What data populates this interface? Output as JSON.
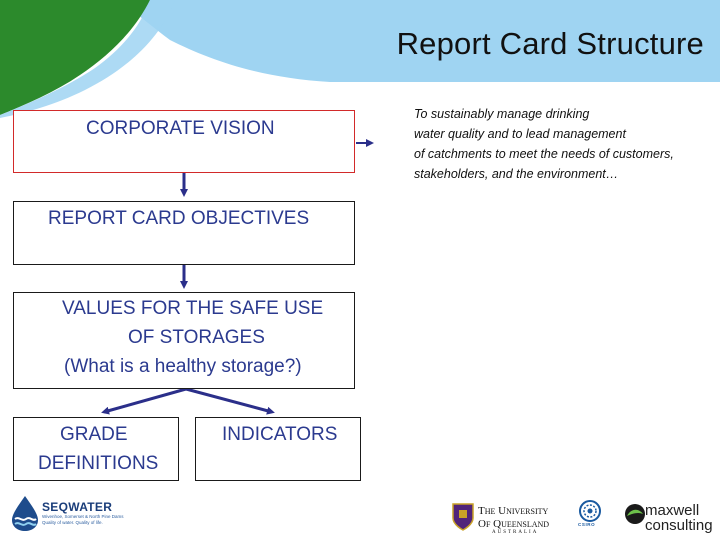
{
  "slide": {
    "title": "Report Card Structure"
  },
  "boxes": {
    "corporate_vision": "CORPORATE VISION",
    "objectives": "REPORT CARD OBJECTIVES",
    "values_line1": "VALUES FOR THE SAFE USE",
    "values_line2": "OF STORAGES",
    "values_line3": "(What is a healthy storage?)",
    "grade_line1": "GRADE",
    "grade_line2": "DEFINITIONS",
    "indicators": "INDICATORS"
  },
  "vision_statement": {
    "lines": [
      "To sustainably manage drinking",
      "water quality and to lead management",
      "of catchments to meet the needs of customers,",
      "stakeholders, and the environment…"
    ]
  },
  "logos": {
    "seqwater": {
      "name": "SEQWATER",
      "subtitle": "Wivenhoe, Somerset & North Pine Dams",
      "tagline": "Quality of water. Quality of life."
    },
    "uq": {
      "line1": "The University",
      "line2": "Of Queensland",
      "country": "AUSTRALIA"
    },
    "csiro": {
      "name": "CSIRO"
    },
    "maxwell": {
      "line1": "maxwell",
      "line2": "consulting"
    }
  },
  "colors": {
    "header_sky": "#9fd4f2",
    "header_green": "#2c8a2c",
    "box_text": "#2b3a8f",
    "arrow": "#2b2f8a",
    "vision_border": "#d22a2a"
  }
}
